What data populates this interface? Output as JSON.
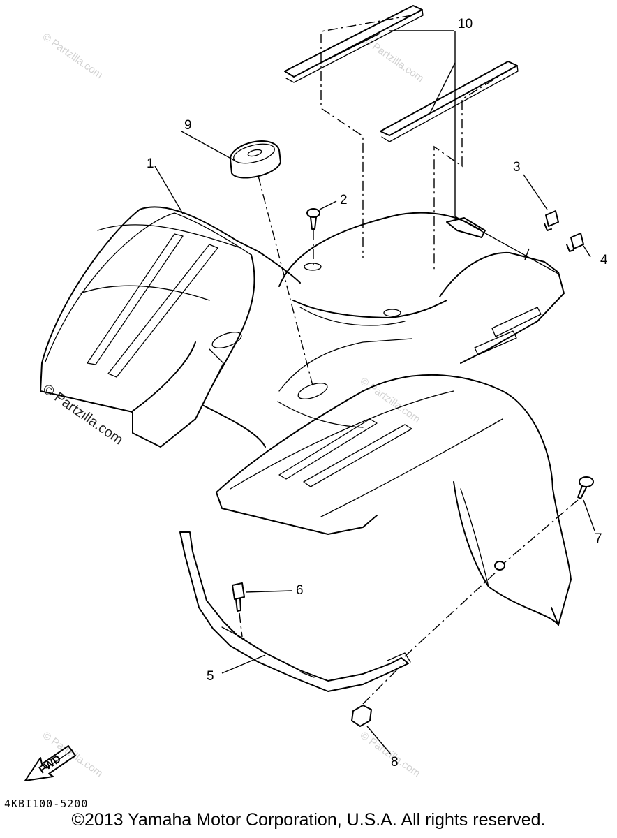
{
  "diagram": {
    "callouts": [
      "1",
      "2",
      "3",
      "4",
      "5",
      "6",
      "7",
      "8",
      "9",
      "10"
    ],
    "watermark": "© Partzilla.com",
    "fwd_label": "FWD",
    "catalog_code": "4KBI100-5200",
    "copyright": "©2013 Yamaha Motor Corporation, U.S.A. All rights reserved."
  }
}
